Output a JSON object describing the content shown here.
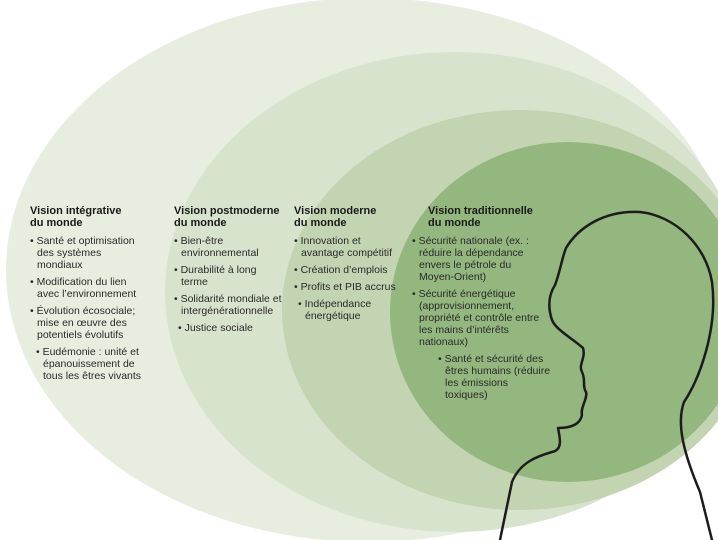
{
  "diagram": {
    "colors": {
      "outer": "#e7eddf",
      "second": "#d8e3cd",
      "third": "#c2d4b2",
      "inner": "#93b77f",
      "head_outline": "#1c1c1c"
    },
    "views": [
      {
        "title_line1": "Vision intégrative",
        "title_line2": "du monde",
        "items": [
          "Santé et optimisation des systèmes mondiaux",
          "Modification du lien avec l’environnement",
          "Évolution écosociale; mise en œuvre des potentiels évolutifs",
          "Eudémonie : unité et épanouissement de tous les êtres vivants"
        ]
      },
      {
        "title_line1": "Vision postmoderne",
        "title_line2": "du monde",
        "items": [
          "Bien-être environnemental",
          "Durabilité à long terme",
          "Solidarité mondiale et intergénérationnelle",
          "Justice sociale"
        ]
      },
      {
        "title_line1": "Vision moderne",
        "title_line2": "du monde",
        "items": [
          "Innovation et avantage compétitif",
          "Création d’emplois",
          "Profits et PIB accrus",
          "Indépendance énergétique"
        ]
      },
      {
        "title_line1": "Vision traditionnelle",
        "title_line2": "du monde",
        "items": [
          "Sécurité nationale (ex. : réduire la dépendance envers le pétrole du Moyen-Orient)",
          "Sécurité énergétique (approvisionnement, propriété et contrôle entre les mains d’intérêts nationaux)",
          "Santé et sécurité des êtres humains (réduire les émissions toxiques)"
        ]
      }
    ]
  }
}
